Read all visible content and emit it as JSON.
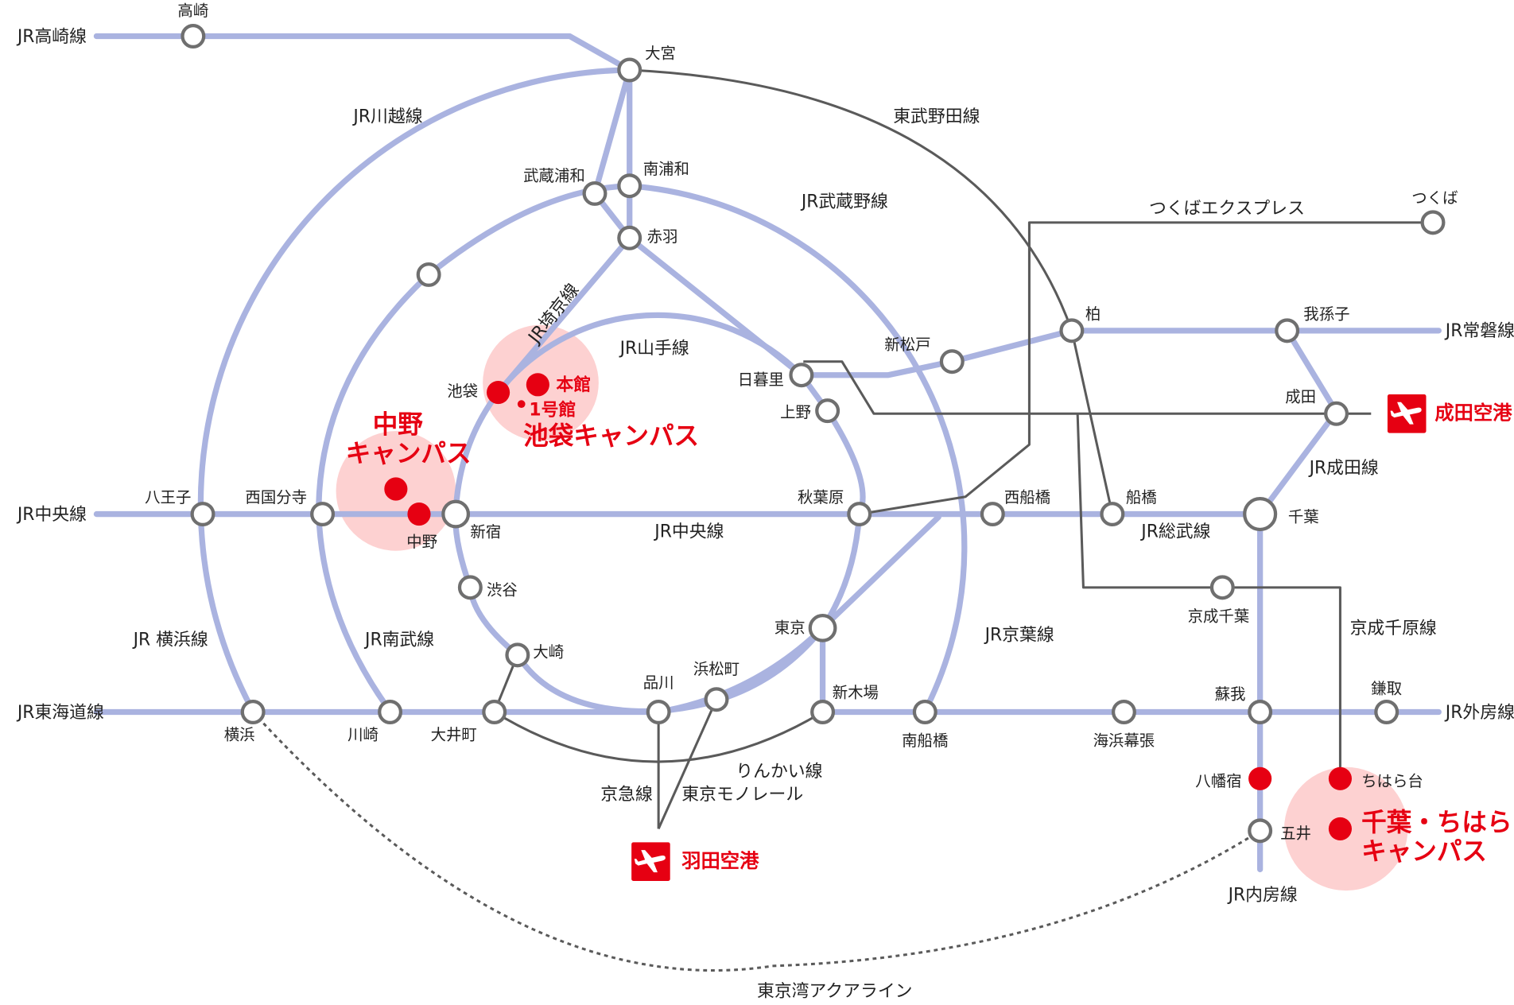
{
  "lines": {
    "takasaki": "JR高崎線",
    "kawagoe": "JR川越線",
    "tobu_noda": "東武野田線",
    "musashino": "JR武蔵野線",
    "tsukuba_express": "つくばエクスプレス",
    "saikyo": "JR埼京線",
    "yamanote": "JR山手線",
    "joban": "JR常磐線",
    "chuo_left": "JR中央線",
    "chuo_center": "JR中央線",
    "sobu": "JR総武線",
    "narita_line": "JR成田線",
    "yokohama": "JR 横浜線",
    "nambu": "JR南武線",
    "keiyo": "JR京葉線",
    "keisei_chihara": "京成千原線",
    "tokaido": "JR東海道線",
    "sotobo": "JR外房線",
    "rinkai": "りんかい線",
    "keikyu": "京急線",
    "monorail": "東京モノレール",
    "uchibo": "JR内房線",
    "aqualine": "東京湾アクアライン"
  },
  "stations": {
    "takasaki": "高崎",
    "omiya": "大宮",
    "musashi_urawa": "武蔵浦和",
    "minami_urawa": "南浦和",
    "akabane": "赤羽",
    "ikebukuro": "池袋",
    "nippori": "日暮里",
    "ueno": "上野",
    "shin_matsudo": "新松戸",
    "kashiwa": "柏",
    "abiko": "我孫子",
    "tsukuba": "つくば",
    "narita": "成田",
    "hachioji": "八王子",
    "nishikokubunji": "西国分寺",
    "nakano": "中野",
    "shinjuku": "新宿",
    "akihabara": "秋葉原",
    "nishi_funabashi": "西船橋",
    "funabashi": "船橋",
    "chiba": "千葉",
    "shibuya": "渋谷",
    "osaki": "大崎",
    "shinagawa": "品川",
    "hamamatsucho": "浜松町",
    "tokyo": "東京",
    "shinkiba": "新木場",
    "yokohama": "横浜",
    "kawasaki": "川崎",
    "oimachi": "大井町",
    "minami_funabashi": "南船橋",
    "kaihin_makuhari": "海浜幕張",
    "keisei_chiba": "京成千葉",
    "soga": "蘇我",
    "kamatori": "鎌取",
    "yawatajuku": "八幡宿",
    "chiharadai": "ちはら台",
    "goi": "五井"
  },
  "campuses": {
    "ikebukuro_title": "池袋キャンパス",
    "ikebukuro_main": "本館",
    "ikebukuro_bldg1": "1号館",
    "nakano_line1": "中野",
    "nakano_line2": "キャンパス",
    "chiba_line1": "千葉・ちはら台",
    "chiba_line2": "キャンパス"
  },
  "airports": {
    "narita": "成田空港",
    "haneda": "羽田空港"
  },
  "colors": {
    "jr_line": "#aab3e0",
    "other_line": "#5a5a5a",
    "campus": "#e60012",
    "campus_halo": "#fcc5c5"
  }
}
